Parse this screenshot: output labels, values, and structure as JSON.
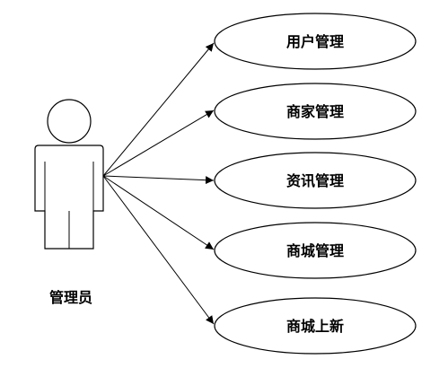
{
  "diagram": {
    "type": "use-case",
    "actor": {
      "label": "管理员",
      "icon": "stick-figure-actor-icon"
    },
    "use_cases": [
      {
        "id": "uc1",
        "label": "用户管理"
      },
      {
        "id": "uc2",
        "label": "商家管理"
      },
      {
        "id": "uc3",
        "label": "资讯管理"
      },
      {
        "id": "uc4",
        "label": "商城管理"
      },
      {
        "id": "uc5",
        "label": "商城上新"
      }
    ],
    "associations": [
      {
        "from": "actor",
        "to": "uc1",
        "arrow": "open"
      },
      {
        "from": "actor",
        "to": "uc2",
        "arrow": "open"
      },
      {
        "from": "actor",
        "to": "uc3",
        "arrow": "open"
      },
      {
        "from": "actor",
        "to": "uc4",
        "arrow": "open"
      },
      {
        "from": "actor",
        "to": "uc5",
        "arrow": "open"
      }
    ],
    "colors": {
      "stroke": "#000000",
      "fill": "#ffffff",
      "background": "#ffffff"
    }
  }
}
